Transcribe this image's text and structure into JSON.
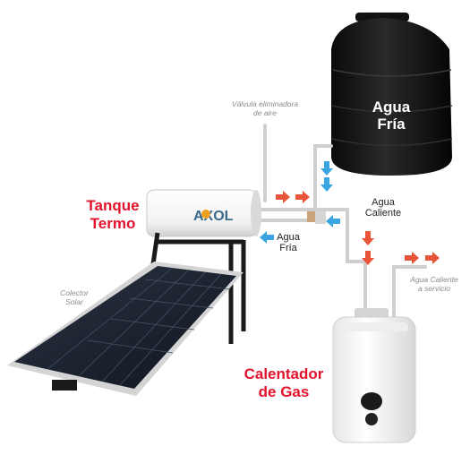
{
  "labels": {
    "black_tank": [
      "Agua",
      "Fría"
    ],
    "valve": [
      "Válvula eliminadora",
      "de aire"
    ],
    "thermo_tank": [
      "Tanque",
      "Termo"
    ],
    "hot_water_mid": [
      "Agua",
      "Caliente"
    ],
    "cold_water_mid": [
      "Agua",
      "Fría"
    ],
    "hot_water_service": [
      "Agua Caliente",
      "a servicio"
    ],
    "solar_collector": [
      "Colector",
      "Solar"
    ],
    "gas_heater": [
      "Calentador",
      "de Gas"
    ]
  },
  "brand": "AXOL",
  "colors": {
    "label_red": "#e3132d",
    "arrow_red": "#e8553a",
    "arrow_blue": "#3aa5e0",
    "pipe": "#cfcfcf",
    "tank_black": "#000000"
  }
}
